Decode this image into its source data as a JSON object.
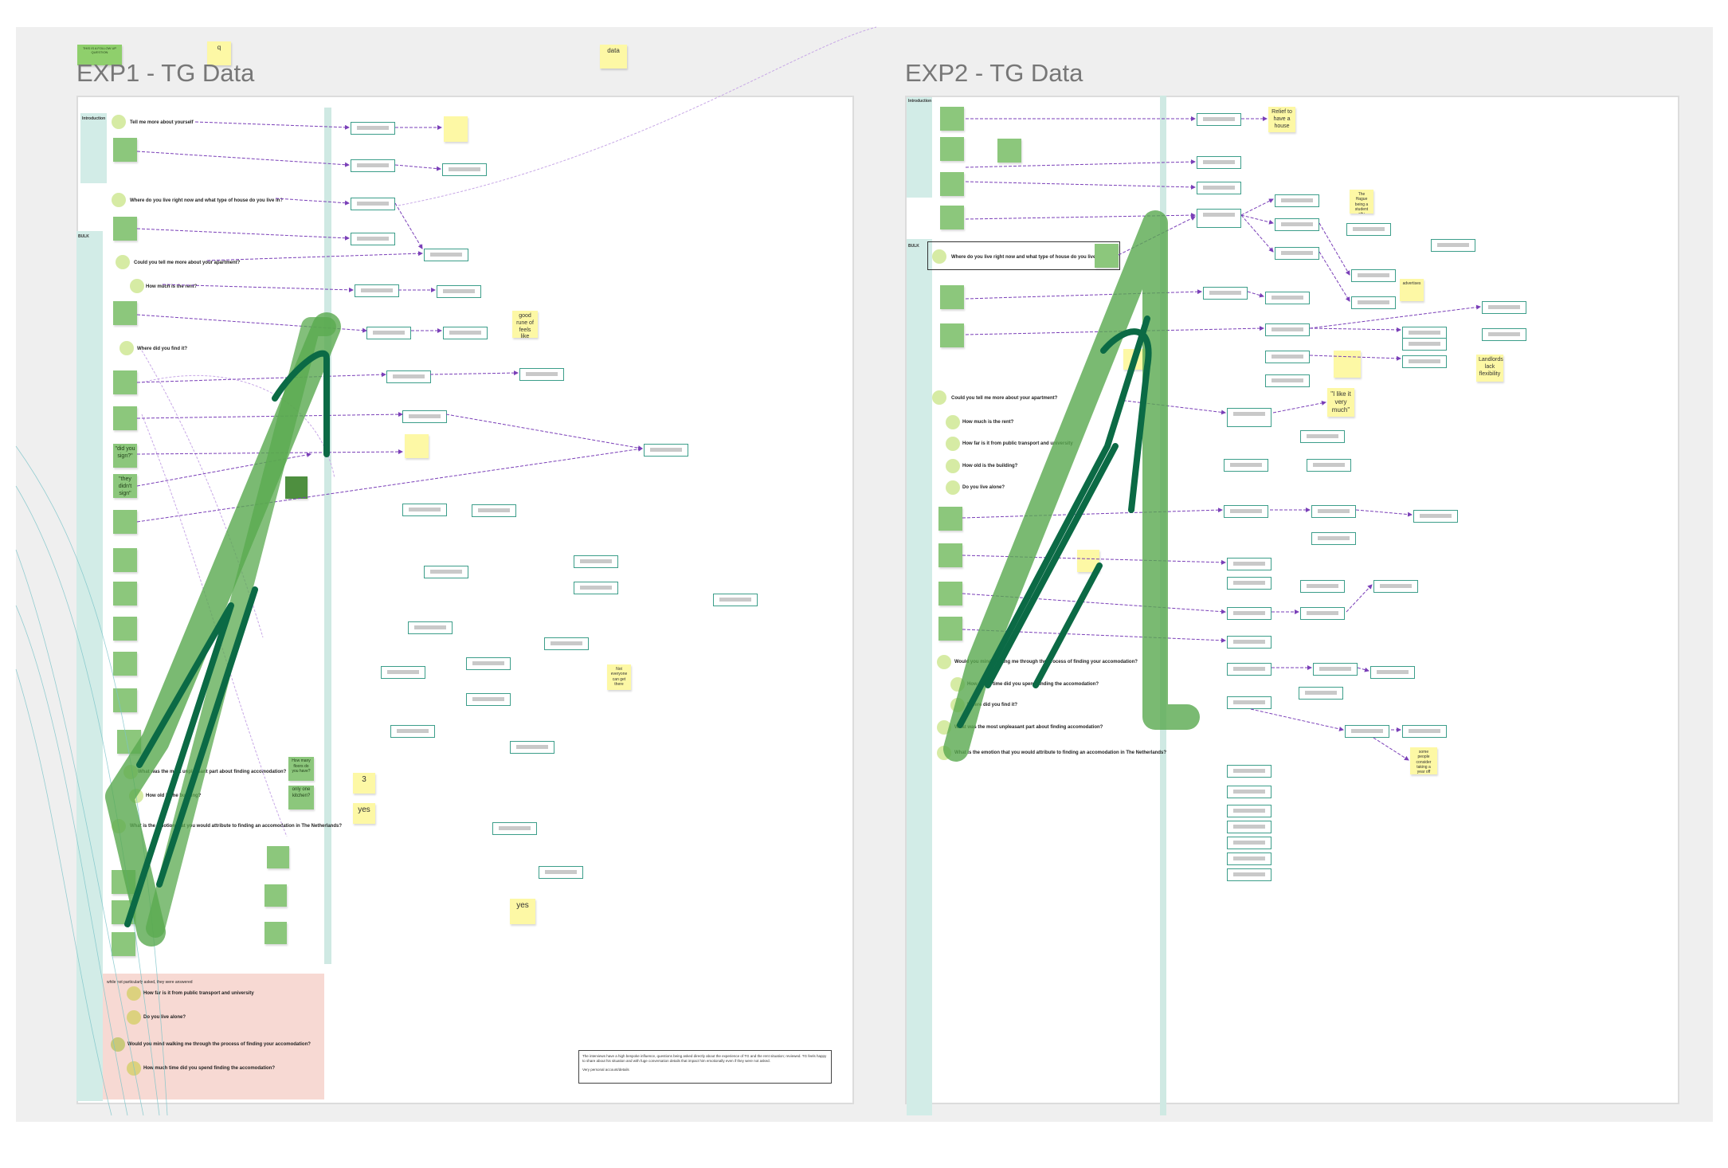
{
  "frames": {
    "exp1": {
      "title": "EXP1 - TG Data",
      "sections": {
        "intro": "Introduction",
        "bulk": "BULK"
      },
      "questions": [
        "Tell me more about yourself",
        "Where do you live right now and what type of house do you live in?",
        "Could you tell me more about your apartment?",
        "How much is the rent?",
        "Where did you find it?",
        "What was the most unpleasant part about finding accomodation?",
        "How old is the building?",
        "What is the emotion that you would attribute to finding an accomodation in The Netherlands?"
      ],
      "pink_section": {
        "note": "while not particularly asked, they were answered",
        "questions": [
          "How far is it from public transport and university",
          "Do you live alone?",
          "Would you mind walking me through the process of finding your accomodation?",
          "How much time did you spend finding the accomodation?"
        ]
      },
      "notes": {
        "good": "good rune of feels like",
        "did_sign": "\"did you sign?\"",
        "didnt_sign": "\"they didn't sign\"",
        "three": "3",
        "yes1": "yes",
        "yes2": "yes",
        "not_everyone": "Not everyone can get there",
        "how_many": "How many floors do you have?",
        "only_one": "only one kitchen?"
      },
      "legend": {
        "line1": "The interviews have a high bespoke influence, questions being asked directly about the experience of TG and the rent situation; reviewed. TG feels happy to share about his situation and with fuge conversation details that impact him emotionally even if they were not asked.",
        "line2": "Very personal account/details"
      }
    },
    "exp2": {
      "title": "EXP2 - TG Data",
      "sections": {
        "intro": "Introduction",
        "bulk": "BULK"
      },
      "questions": [
        "Where do you live right now and what type of house do you live in?",
        "Could you tell me more about your apartment?",
        "How much is the rent?",
        "How far is it from public transport and university",
        "How old is the building?",
        "Do you live alone?",
        "Would you mind walking me through the process of finding your accomodation?",
        "How much time did you spend finding the accomodation?",
        "Where did you find it?",
        "What was the most unpleasant part about finding accomodation?",
        "What is the emotion that you would attribute to finding an accomodation in The Netherlands?"
      ],
      "notes": {
        "relief": "Relief to have a house",
        "like": "\"I like it very much\"",
        "landlords": "Landlords lack flexibility",
        "hague": "The Hague being a student city",
        "advertise": "advertises",
        "some_people": "some people consider taking a year off"
      }
    }
  },
  "stray_notes": {
    "green_top": "THIS IS A FOLLOW UP QUESTION",
    "q": "q",
    "data": "data"
  },
  "colors": {
    "canvas": "#efefef",
    "frame_band": "#d2ece7",
    "green_sticky": "#8cc77c",
    "yellow_sticky": "#fdf8a5",
    "card_border": "#3c9e8a",
    "connector": "#7a3fb8",
    "highlighter_light": "#59a94f",
    "highlighter_dark": "#0b6a45"
  }
}
